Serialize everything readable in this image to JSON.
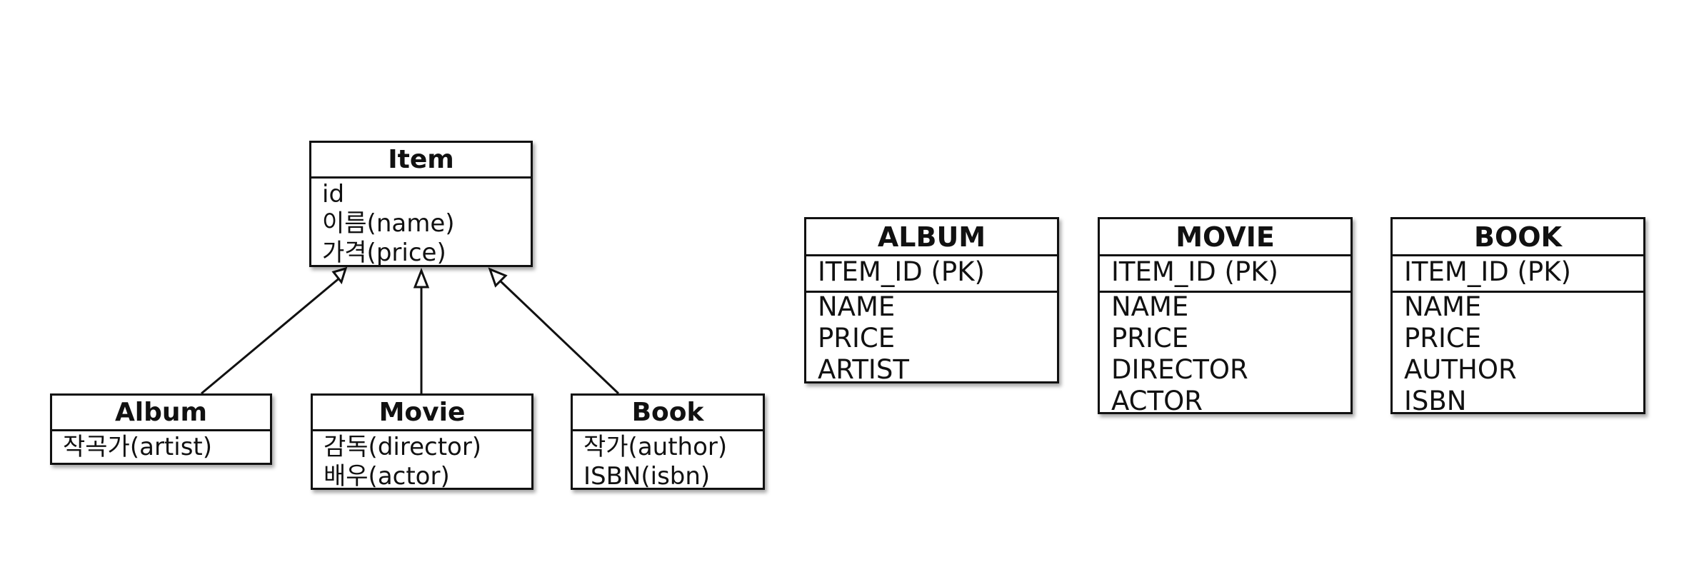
{
  "uml": {
    "item": {
      "title": "Item",
      "attrs": [
        "id",
        "이름(name)",
        "가격(price)"
      ]
    },
    "album": {
      "title": "Album",
      "attrs": [
        "작곡가(artist)"
      ]
    },
    "movie": {
      "title": "Movie",
      "attrs": [
        "감독(director)",
        "배우(actor)"
      ]
    },
    "book": {
      "title": "Book",
      "attrs": [
        "작가(author)",
        "ISBN(isbn)"
      ]
    }
  },
  "tables": {
    "album": {
      "title": "ALBUM",
      "pk": "ITEM_ID (PK)",
      "columns": [
        "NAME",
        "PRICE",
        "ARTIST"
      ]
    },
    "movie": {
      "title": "MOVIE",
      "pk": "ITEM_ID (PK)",
      "columns": [
        "NAME",
        "PRICE",
        "DIRECTOR",
        "ACTOR"
      ]
    },
    "book": {
      "title": "BOOK",
      "pk": "ITEM_ID (PK)",
      "columns": [
        "NAME",
        "PRICE",
        "AUTHOR",
        "ISBN"
      ]
    }
  }
}
